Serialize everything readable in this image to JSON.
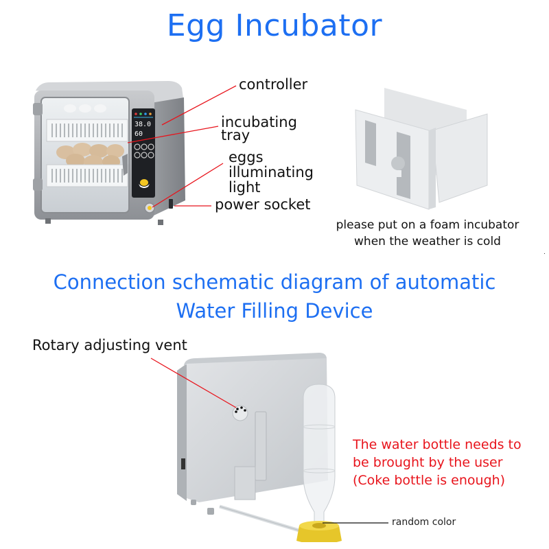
{
  "header": {
    "title": "Egg Incubator"
  },
  "incubator_section": {
    "labels": {
      "controller": "controller",
      "incubating_tray_line1": "incubating",
      "incubating_tray_line2": "tray",
      "eggs_light_line1": "eggs",
      "eggs_light_line2": "illuminating",
      "eggs_light_line3": "light",
      "power_socket": "power socket"
    },
    "display": {
      "temperature": "38.0",
      "humidity": "60"
    }
  },
  "foam_section": {
    "note_line1": "please put on a foam incubator",
    "note_line2": "when the weather is cold"
  },
  "water_section": {
    "title_line1": "Connection schematic diagram of automatic",
    "title_line2": "Water Filling Device",
    "vent_label": "Rotary adjusting vent",
    "bottle_note_line1": "The water bottle needs to",
    "bottle_note_line2": "be brought by the user",
    "bottle_note_line3": "(Coke bottle is enough)",
    "base_label": "random color"
  },
  "colors": {
    "title_blue": "#1d6ff2",
    "callout_red": "#e8141c",
    "base_yellow": "#e6c62a"
  }
}
